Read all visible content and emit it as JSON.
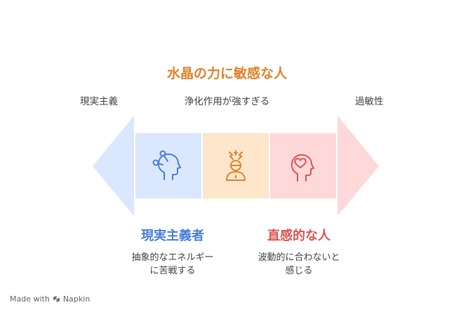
{
  "title": "水晶の力に敏感な人",
  "left_label": "現実主義",
  "center_label": "浄化作用が強すぎる",
  "right_label": "過敏性",
  "left_group": {
    "heading": "現実主義者",
    "desc_line1": "抽象的なエネルギー",
    "desc_line2": "に苦戦する"
  },
  "right_group": {
    "heading": "直感的な人",
    "desc_line1": "波動的に合わないと",
    "desc_line2": "感じる"
  },
  "colors": {
    "title": "#e0842b",
    "left_heading": "#4a7fdc",
    "right_heading": "#e05555",
    "left_arrow": "#dbe7ff",
    "right_arrow": "#ffd9d9"
  },
  "icons": [
    "mind-head-icon",
    "stressed-person-icon",
    "heart-head-icon",
    "napkin-logo-icon"
  ],
  "brand": {
    "made_with": "Made with",
    "name": "Napkin"
  }
}
